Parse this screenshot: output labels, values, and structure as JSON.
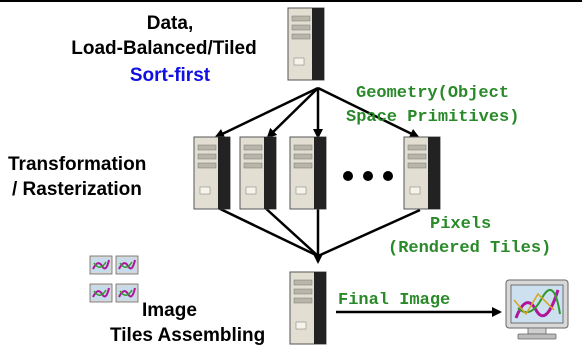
{
  "labels": {
    "top_line1": "Data,",
    "top_line2": "Load-Balanced/Tiled",
    "top_line3": "Sort-first",
    "geometry_line1": "Geometry(Object",
    "geometry_line2": "Space Primitives)",
    "transform_line1": "Transformation",
    "transform_line2": "/ Rasterization",
    "pixels_line1": "Pixels",
    "pixels_line2": "(Rendered Tiles)",
    "final_image": "Final Image",
    "assemble_line1": "Image",
    "assemble_line2": "Tiles Assembling"
  },
  "colors": {
    "sort_first": "#1010e0",
    "green_text": "#2a8a2a",
    "tower_body": "#e0dcd0",
    "tower_dark": "#202020"
  }
}
